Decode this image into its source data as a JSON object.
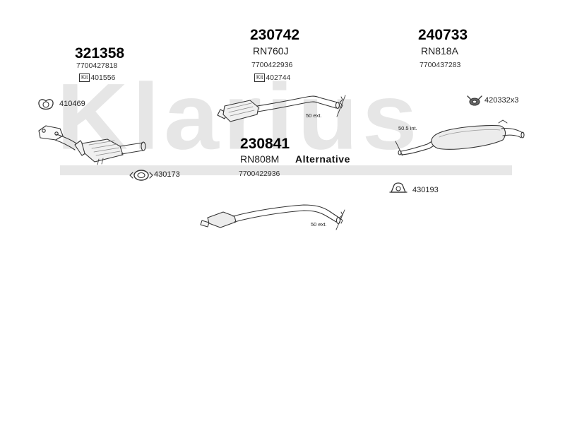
{
  "watermark": "Klarius",
  "parts": {
    "p1": {
      "number": "321358",
      "oe": "7700427818",
      "kit_prefix": "Kit",
      "kit": "401556"
    },
    "p2": {
      "number": "230742",
      "ref": "RN760J",
      "oe": "7700422936",
      "kit_prefix": "Kit",
      "kit": "402744",
      "note": "50 ext."
    },
    "p3": {
      "number": "240733",
      "ref": "RN818A",
      "oe": "7700437283",
      "note": "50.5 int."
    },
    "p4": {
      "number": "230841",
      "ref": "RN808M",
      "oe": "7700422936",
      "note": "50 ext.",
      "alt_label": "Alternative"
    }
  },
  "accessories": {
    "a1": "410469",
    "a2": "430173",
    "a3": "420332x3",
    "a4": "430193"
  }
}
